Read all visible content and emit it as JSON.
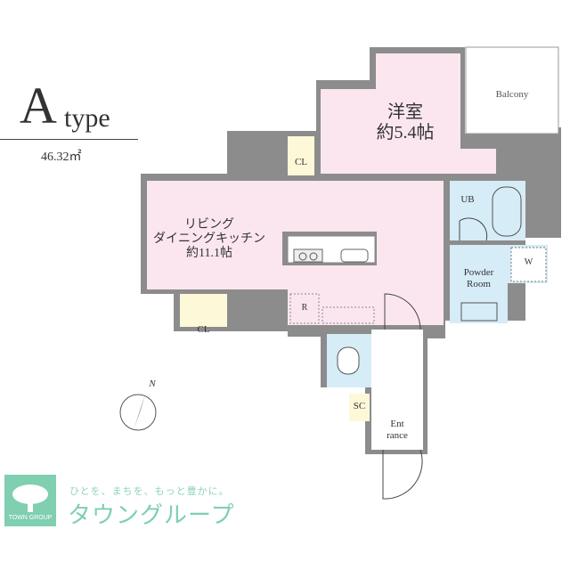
{
  "header": {
    "type_letter": "A",
    "type_word": "type",
    "area": "46.32㎡"
  },
  "rooms": {
    "bedroom": {
      "name": "洋室",
      "size": "約5.4帖"
    },
    "balcony": "Balcony",
    "ldk": {
      "line1": "リビング",
      "line2": "ダイニングキッチン",
      "size": "約11.1帖"
    },
    "closet_upper": "CL",
    "closet_lower": "CL",
    "unit_bath": "UB",
    "powder": {
      "line1": "Powder",
      "line2": "Room"
    },
    "washer": "W",
    "fridge": "R",
    "shoe_closet": "SC",
    "entrance": {
      "line1": "Ent",
      "line2": "rance"
    }
  },
  "compass": {
    "label": "N"
  },
  "colors": {
    "room_pink": "#fbe6ef",
    "wet_blue": "#d6ecf7",
    "closet_yellow": "#fdf8d8",
    "wall_gray": "#8c8c8c",
    "brand_green": "#7fcfb0"
  },
  "logo": {
    "emblem_text": "TOWN GROUP",
    "slogan": "ひとを、まちを、もっと豊かに。",
    "name": "タウングループ"
  }
}
